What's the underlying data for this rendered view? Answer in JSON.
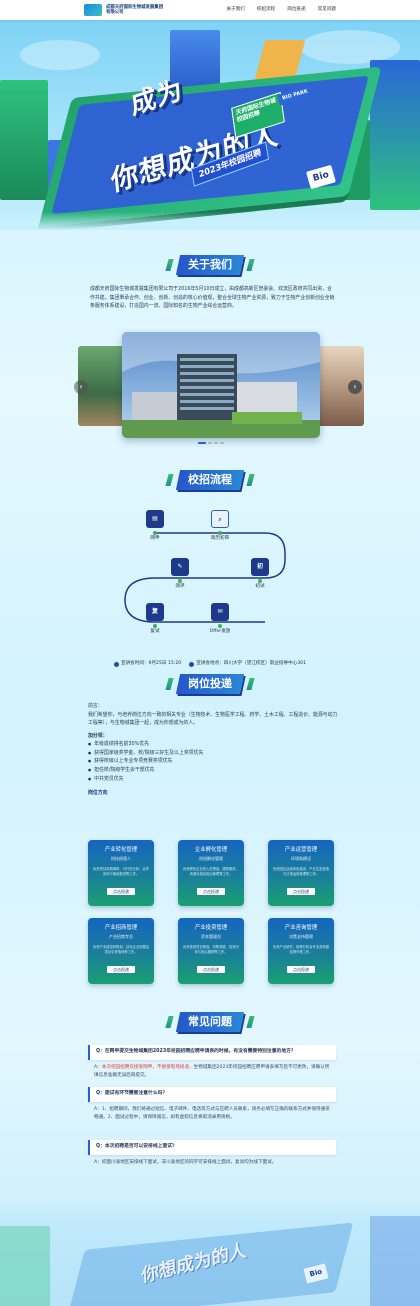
{
  "header": {
    "logo_text": "成都天府国际生物城发展集团有限公司",
    "nav": [
      "关于我们",
      "校招流程",
      "岗位投递",
      "常见问题"
    ]
  },
  "banner": {
    "headline_1": "成为",
    "headline_2": "你想成为的人",
    "sign_text": "天府国际生物城校园招聘",
    "year_text": "2023年校园招聘",
    "bio_text": "Bio",
    "park_text": "BIO PARK"
  },
  "about": {
    "title": "关于我们",
    "body": "成都天府国际生物城发展集团有限公司于2016年5月10日成立，由成都高新区管委会、双流区政府共同出资，合作共建。集团秉承合作、创业、创新、创造的核心价值观，整合全球生物产业资源，致力于生物产业创新创业全链条服务体系建设，打造国内一流、国际知名的生物产业综合运营商。",
    "arrow_prev": "‹",
    "arrow_next": "›"
  },
  "process": {
    "title": "校招流程",
    "steps": [
      "网申",
      "简历初筛",
      "测评",
      "初试",
      "复试",
      "Offer发放"
    ],
    "time": "宣讲会时间：9月25日 15:20",
    "place": "宣讲会地点：四川大学（望江校区）就业指导中心301"
  },
  "jobs": {
    "title": "岗位投递",
    "intro_label": "前言：",
    "intro": "我们希望你，与培养岗位方向一致的相关专业（生物技术、生物医学工程、药学、土木工程、工程造价、能源与动力工程等），与生物城集团一起，成为你想成为的人。",
    "bonus_label": "加分项：",
    "bonus": [
      "年级成绩排名前30%优先",
      "获得国家级奖学金、校/院级三好生及以上奖项优先",
      "获得校级以上专业专项竞赛奖项优先",
      "担任校/院级学生会干部优先",
      "中共党员优先"
    ],
    "direction_label": "岗位方向",
    "cards": [
      {
        "title": "产业转化管理",
        "sub": "科技经理人",
        "desc": "负责项目前期调研、可行性分析、合作谈判与落地推进等工作。",
        "btn": "点击投递"
      },
      {
        "title": "企业孵化管理",
        "sub": "初创孵化管理",
        "desc": "负责孵化企业的入驻筛选、跟踪服务、资源对接及投后管理等工作。",
        "btn": "点击投递"
      },
      {
        "title": "产业运营管理",
        "sub": "环境和建设",
        "desc": "负责园区运营体系建设、产业生态营造与日常运营管理等工作。",
        "btn": "点击投递"
      },
      {
        "title": "产业招商管理",
        "sub": "产业招商专员",
        "desc": "负责产业链招商策划、目标企业拓展及项目引进落地等工作。",
        "btn": "点击投递"
      },
      {
        "title": "产业投资管理",
        "sub": "资本管理员",
        "desc": "负责投资项目筛选、尽职调查、投资分析与投后跟踪等工作。",
        "btn": "点击投递"
      },
      {
        "title": "产业咨询管理",
        "sub": "决策支持管理",
        "desc": "负责产业研究、政策分析及专业咨询报告撰写等工作。",
        "btn": "点击投递"
      }
    ]
  },
  "faq": {
    "title": "常见问题",
    "items": [
      {
        "q": "Q：在网申提交生物城集团2023年校园招聘应聘申请表的时候，有没有需要特别注意的地方？",
        "a_prefix": "A：",
        "a_red": "本次校园招聘仅接受网申，不接受现场投递，",
        "a_rest": "生物城集团2023年校园招聘应聘申请表填写后不可更改，请确认所填信息准确无误后再提交。"
      },
      {
        "q": "Q：面试有环节需要注意什么吗？",
        "a_prefix": "A：",
        "a_red": "",
        "a_rest": "1、招聘期间，我们将通过短信、电子邮件、电话等方式与应聘人员联系，请务必填写正确的联系方式并保持通讯畅通。2、面试过程中，请保持诚信，如有虚假信息将取消录用资格。"
      },
      {
        "q": "Q：本次招聘是否可以安排线上面试？",
        "a_prefix": "A：",
        "a_red": "",
        "a_rest": "初面川渝地区安排线下面试，非川渝地区的同学可安排线上面试，复试均为线下面试。"
      }
    ]
  },
  "colors": {
    "accent": "#2558c9",
    "green": "#3bbf6a",
    "red": "#e53935"
  }
}
